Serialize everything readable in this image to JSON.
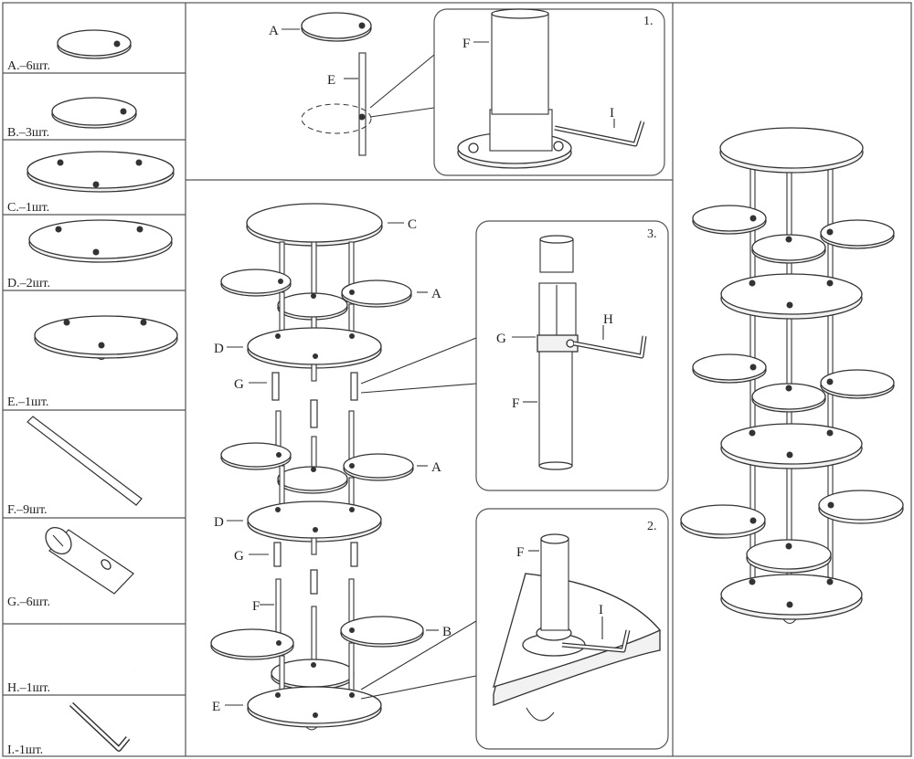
{
  "parts": [
    {
      "id": "A",
      "label": "A.–6шт."
    },
    {
      "id": "B",
      "label": "B.–3шт."
    },
    {
      "id": "C",
      "label": "C.–1шт."
    },
    {
      "id": "D",
      "label": "D.–2шт."
    },
    {
      "id": "E",
      "label": "E.–1шт."
    },
    {
      "id": "F",
      "label": "F.–9шт."
    },
    {
      "id": "G",
      "label": "G.–6шт."
    },
    {
      "id": "H",
      "label": "H.–1шт."
    },
    {
      "id": "I",
      "label": "I.-1шт."
    }
  ],
  "callouts": {
    "A": "A",
    "B": "B",
    "C": "C",
    "D": "D",
    "E": "E",
    "F": "F",
    "G": "G",
    "H": "H",
    "I": "I"
  },
  "steps": {
    "one": "1.",
    "two": "2.",
    "three": "3."
  }
}
